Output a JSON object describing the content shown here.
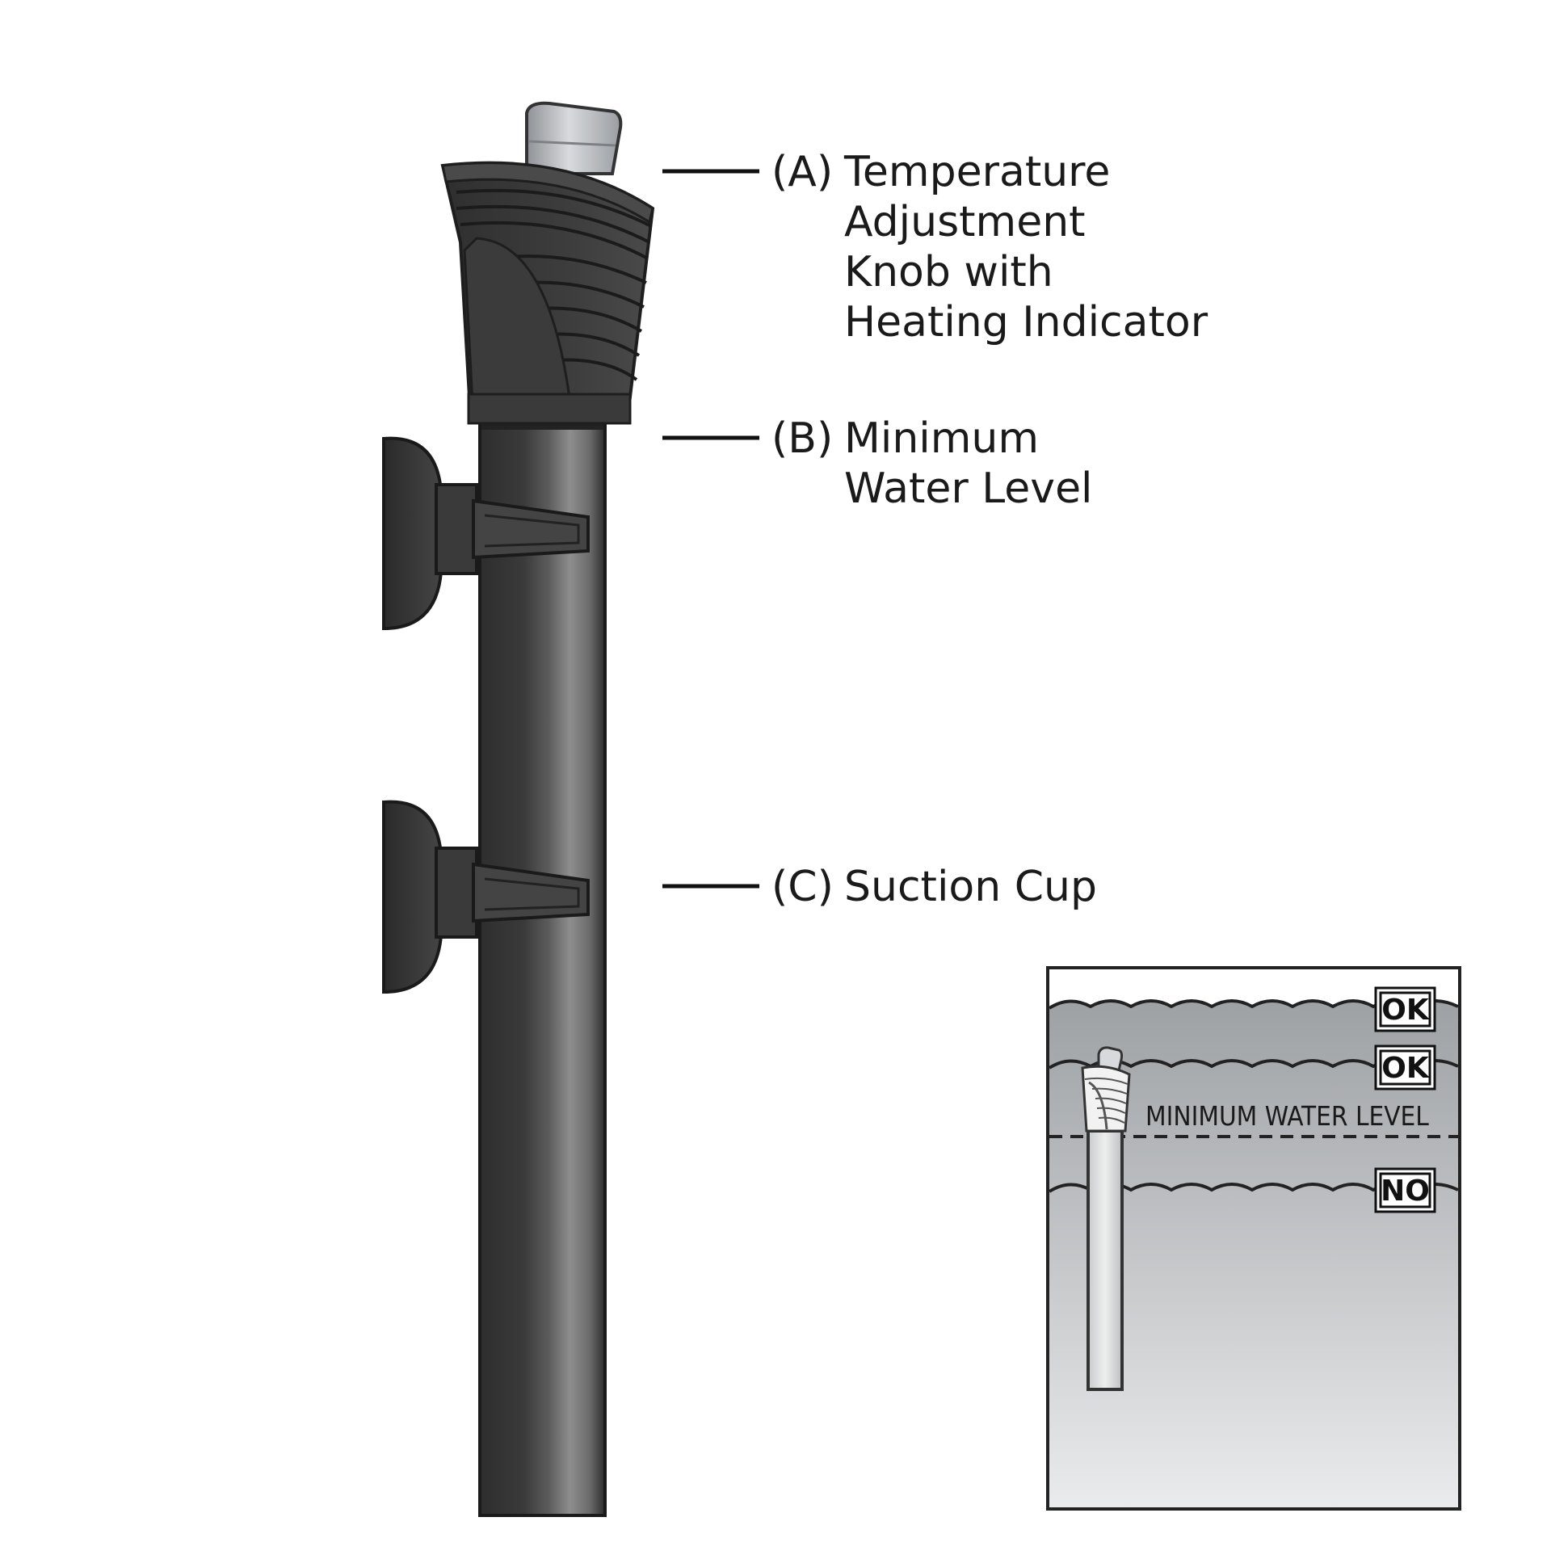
{
  "callouts": {
    "a": {
      "letter": "(A)",
      "lines": [
        "Temperature",
        "Adjustment",
        "Knob with",
        "Heating Indicator"
      ]
    },
    "b": {
      "letter": "(B)",
      "lines": [
        "Minimum",
        "Water Level"
      ]
    },
    "c": {
      "letter": "(C)",
      "lines": [
        "Suction Cup"
      ]
    }
  },
  "inset": {
    "min_level_label": "MINIMUM WATER LEVEL",
    "badges": [
      {
        "label": "OK"
      },
      {
        "label": "OK"
      },
      {
        "label": "NO"
      }
    ]
  },
  "colors": {
    "heater_dark": "#353535",
    "heater_light": "#8a8a8a",
    "knob_cap": "#b9bcc0",
    "water_top": "#9fa2a5",
    "water_bottom": "#e9eaec"
  }
}
